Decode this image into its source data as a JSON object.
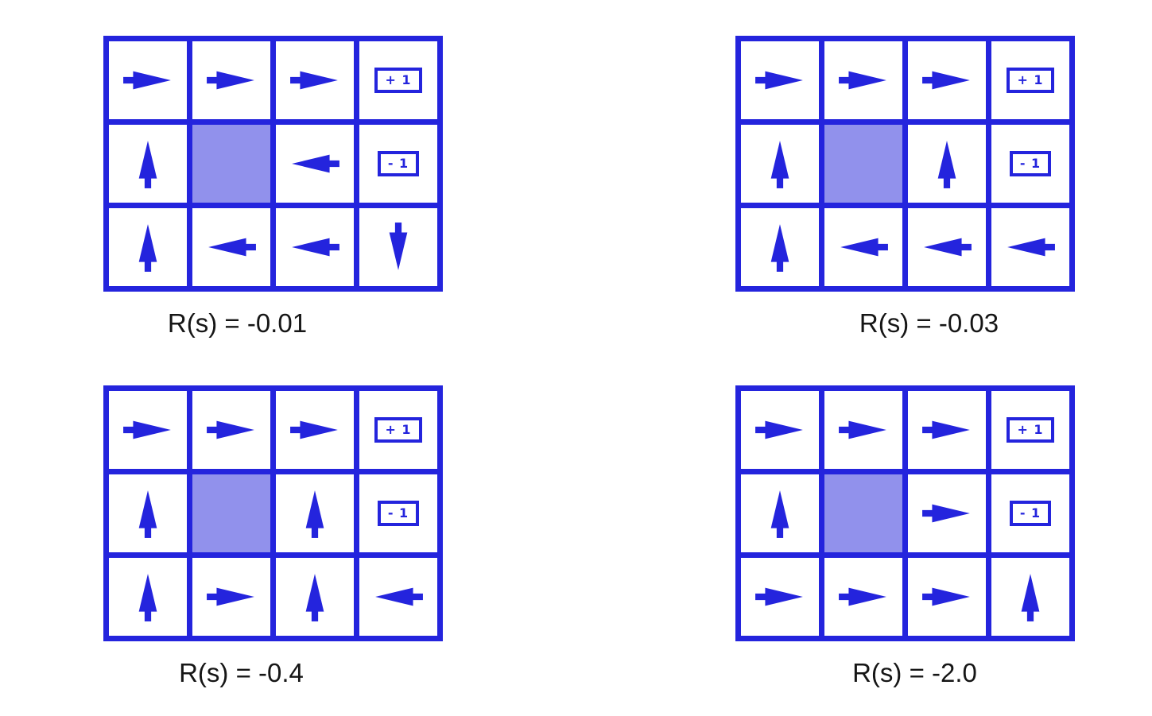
{
  "figure": {
    "description": "Optimal gridworld policies for different step rewards R(s)",
    "colors": {
      "line_blue": "#2424dd",
      "wall_fill": "#9191ec",
      "caption_text": "#161616",
      "background": "#ffffff"
    }
  },
  "terminals": {
    "plus": "+ 1",
    "minus": "- 1"
  },
  "grids": [
    {
      "caption": "R(s) = -0.01",
      "cells": [
        [
          "right",
          "right",
          "right",
          "+1"
        ],
        [
          "up",
          "wall",
          "left",
          "-1"
        ],
        [
          "up",
          "left",
          "left",
          "down"
        ]
      ]
    },
    {
      "caption": "R(s) = -0.03",
      "cells": [
        [
          "right",
          "right",
          "right",
          "+1"
        ],
        [
          "up",
          "wall",
          "up",
          "-1"
        ],
        [
          "up",
          "left",
          "left",
          "left"
        ]
      ]
    },
    {
      "caption": "R(s) = -0.4",
      "cells": [
        [
          "right",
          "right",
          "right",
          "+1"
        ],
        [
          "up",
          "wall",
          "up",
          "-1"
        ],
        [
          "up",
          "right",
          "up",
          "left"
        ]
      ]
    },
    {
      "caption": "R(s) = -2.0",
      "cells": [
        [
          "right",
          "right",
          "right",
          "+1"
        ],
        [
          "up",
          "wall",
          "right",
          "-1"
        ],
        [
          "right",
          "right",
          "right",
          "up"
        ]
      ]
    }
  ]
}
